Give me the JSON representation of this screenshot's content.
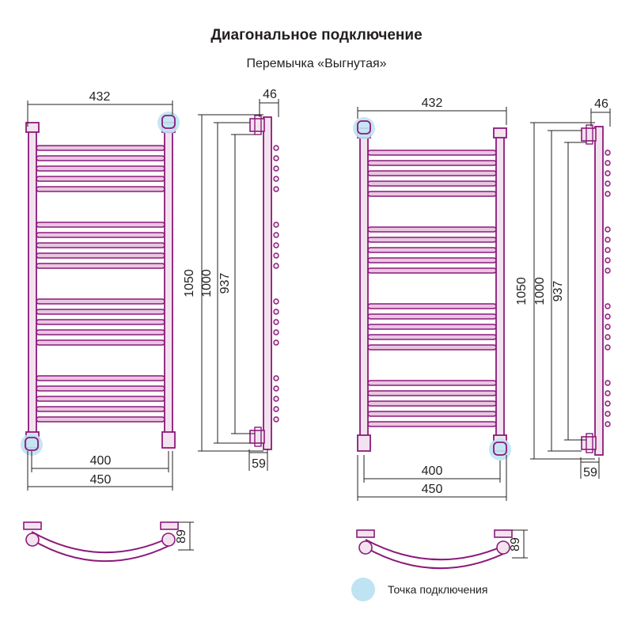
{
  "header": {
    "title": "Диагональное подключение",
    "subtitle": "Перемычка «Выгнутая»"
  },
  "dimensions": {
    "width_top": "432",
    "depth": "46",
    "height_total": "1050",
    "height_mid": "1000",
    "height_inner": "937",
    "axis_distance": "400",
    "width_bottom": "450",
    "offset": "59",
    "bend": "89"
  },
  "legend": {
    "label": "Точка подключения"
  },
  "colors": {
    "pipe": "#8b1a7a",
    "pipe_light": "#e9c6e2",
    "dim_line": "#231f20",
    "connection_point": "#bfe3f2"
  }
}
